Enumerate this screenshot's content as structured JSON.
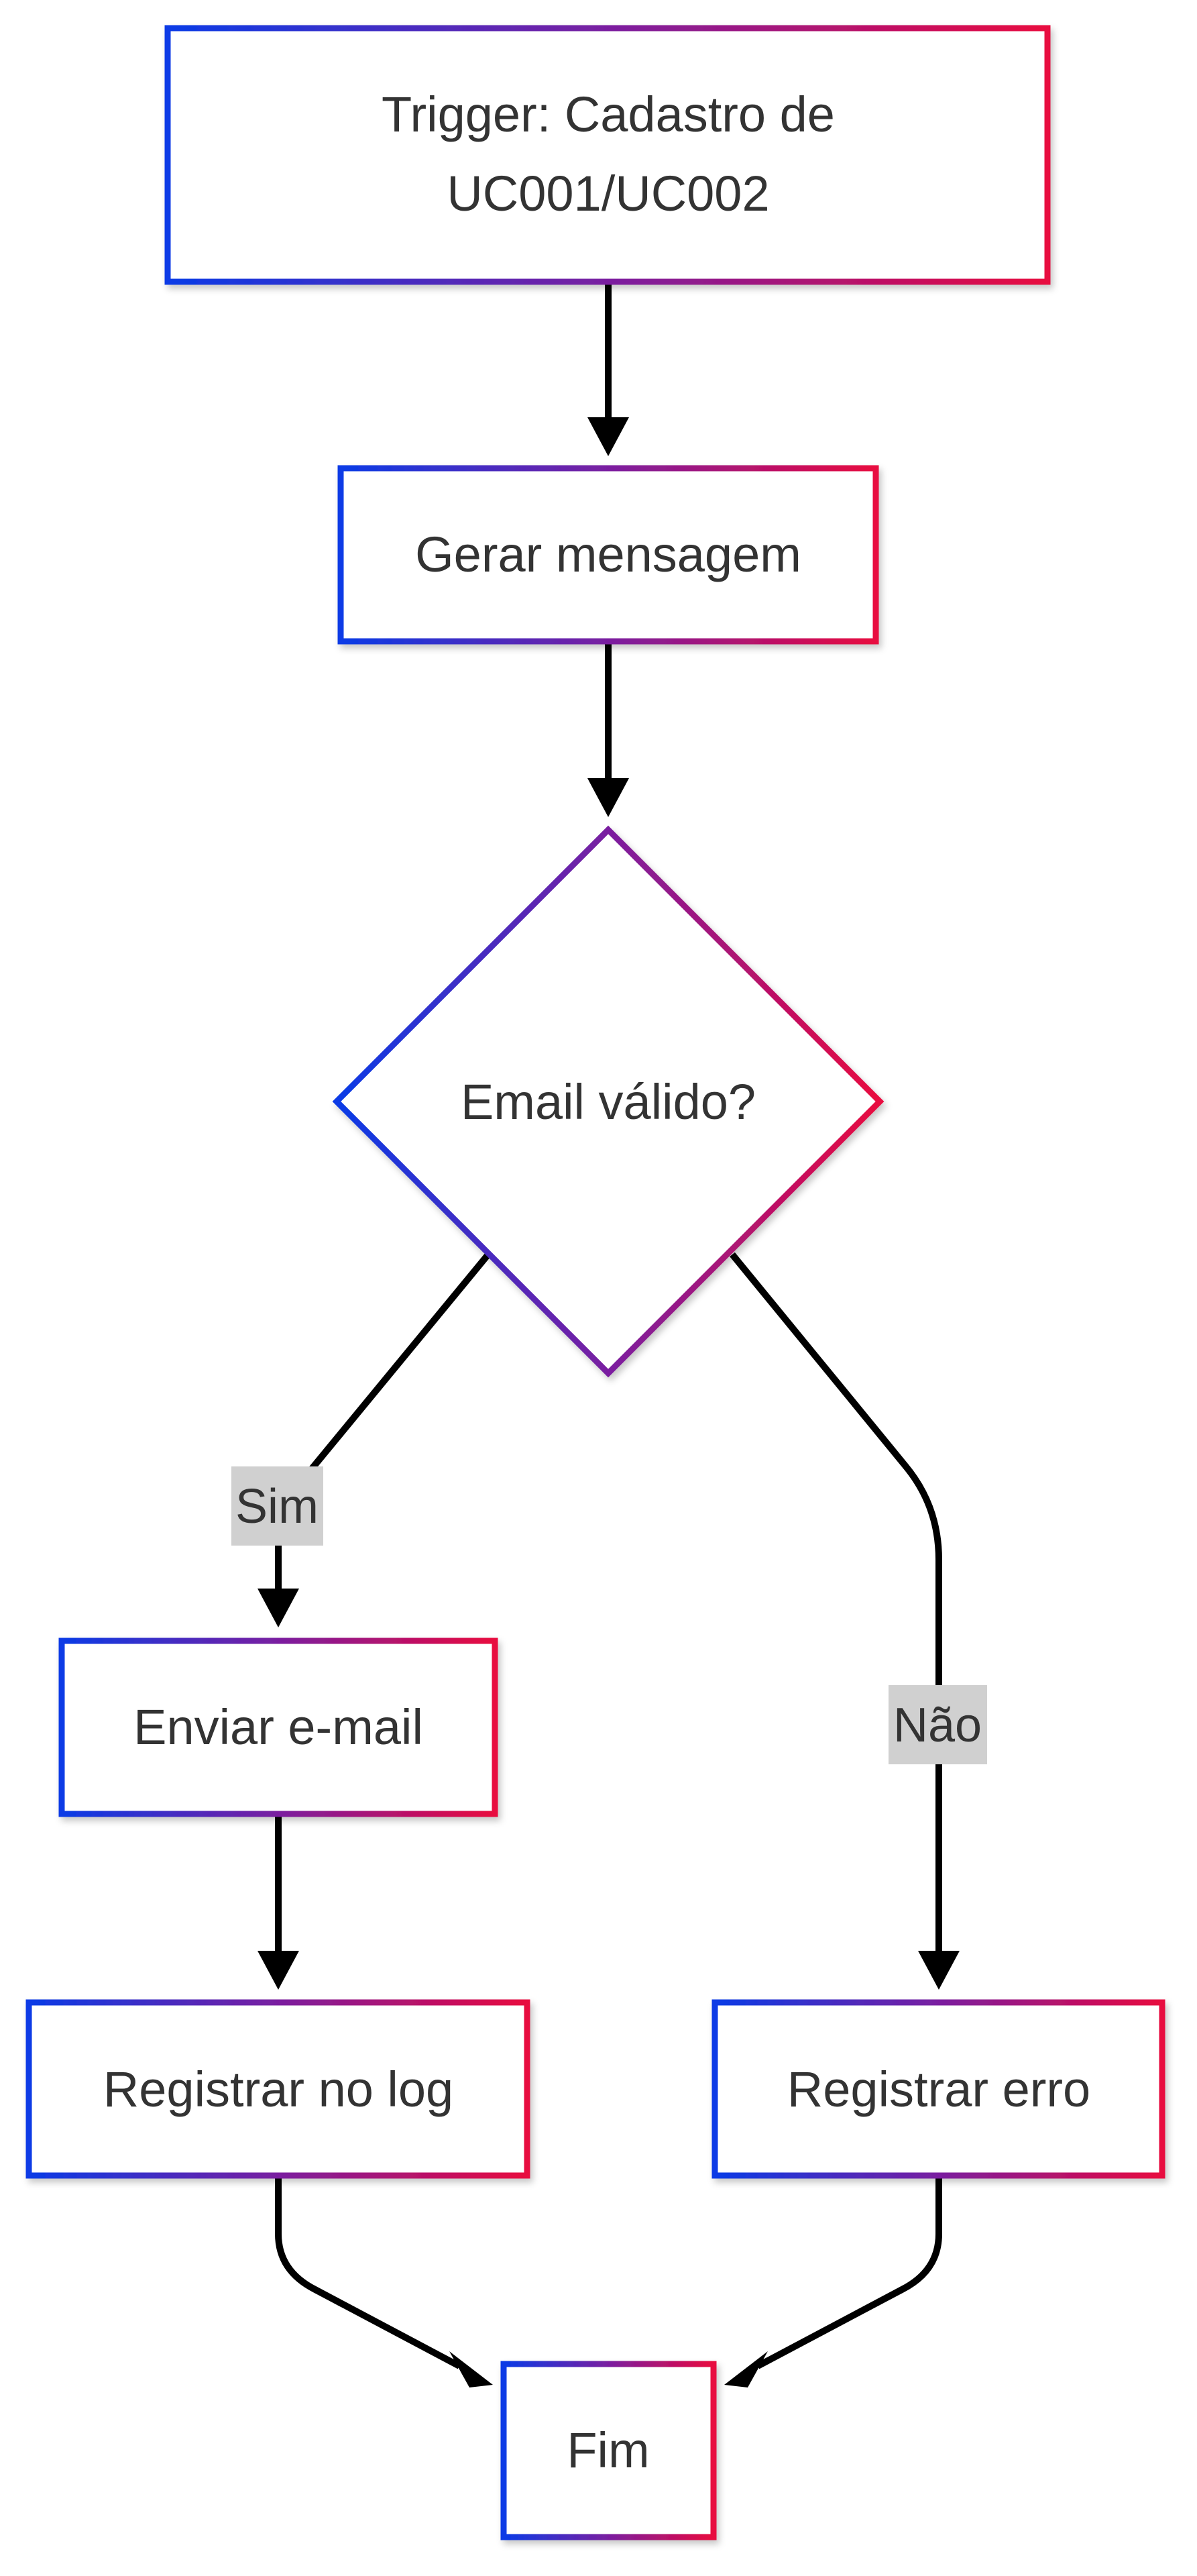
{
  "colors": {
    "gradient_start": "#0a3be6",
    "gradient_mid": "#7a1fa0",
    "gradient_end": "#e8073f",
    "edge": "#000000",
    "text": "#333333",
    "label_background": "#d0d0d0"
  },
  "nodes": {
    "trigger": {
      "line1": "Trigger: Cadastro de",
      "line2": "UC001/UC002"
    },
    "gerar": {
      "label": "Gerar mensagem"
    },
    "decision": {
      "label": "Email válido?"
    },
    "enviar": {
      "label": "Enviar e-mail"
    },
    "registrar_log": {
      "label": "Registrar no log"
    },
    "registrar_erro": {
      "label": "Registrar erro"
    },
    "fim": {
      "label": "Fim"
    }
  },
  "edges": {
    "sim": "Sim",
    "nao": "Não"
  }
}
